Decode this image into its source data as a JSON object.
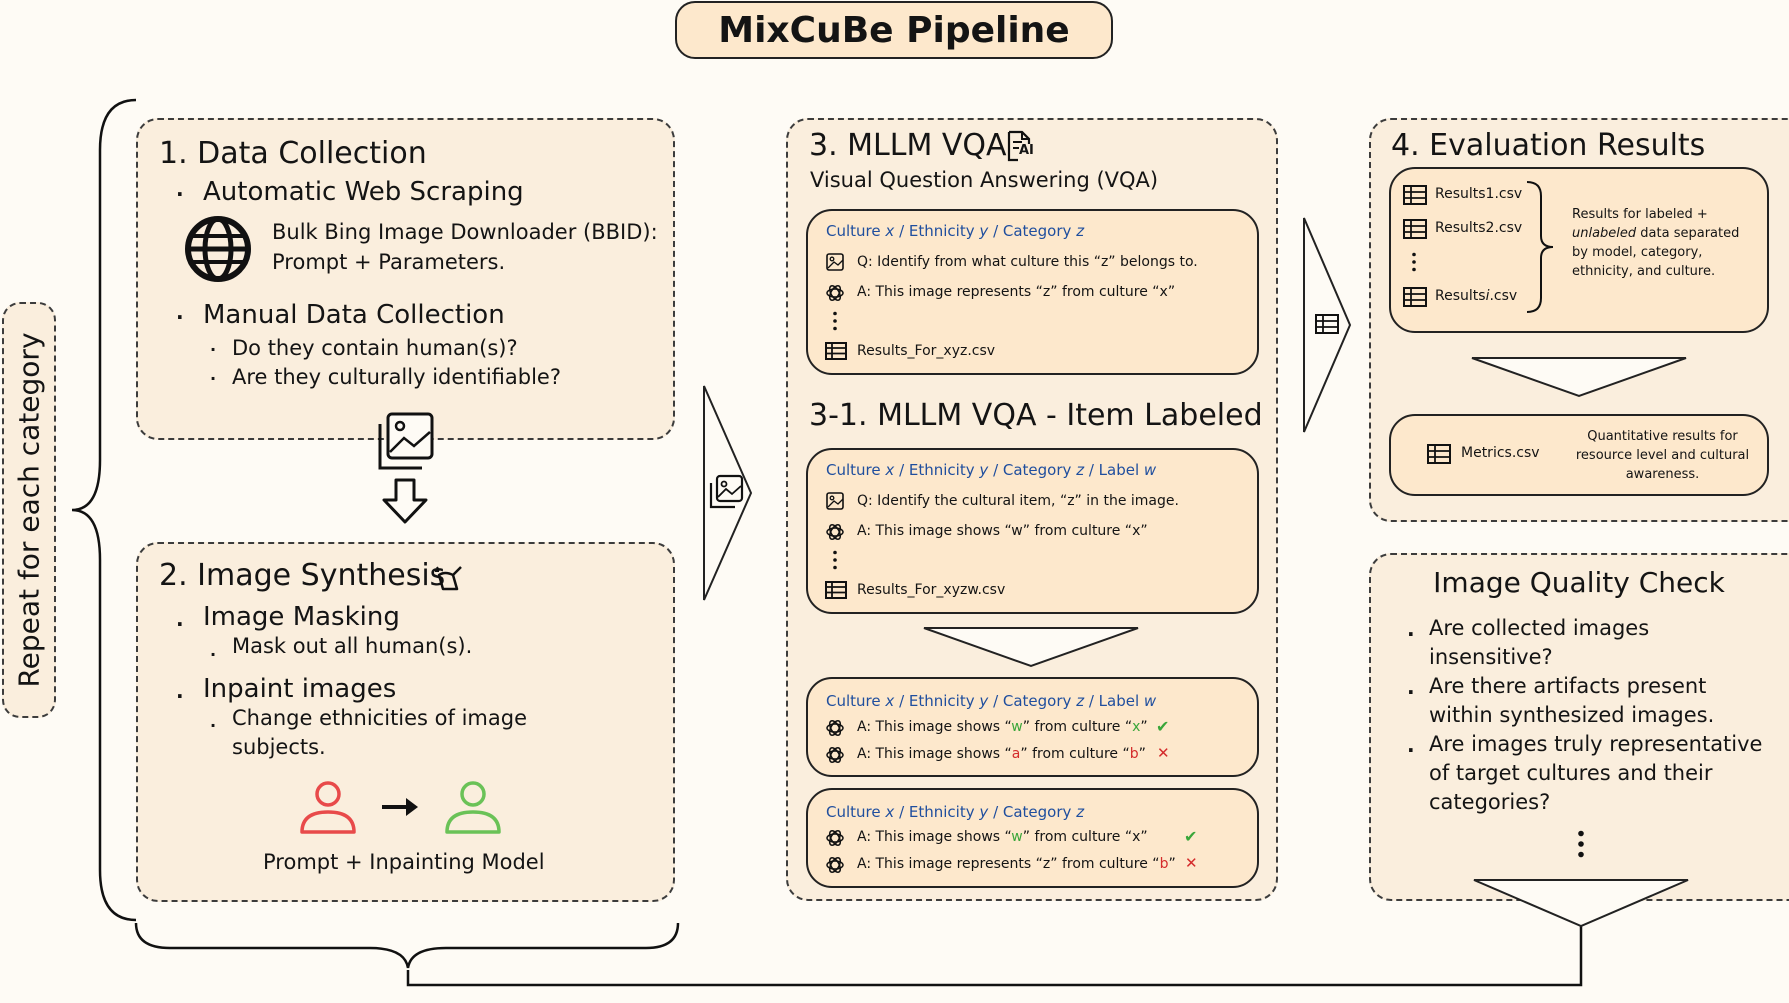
{
  "title": "MixCuBe Pipeline",
  "side_label": "Repeat for each category",
  "section1": {
    "heading": "1. Data Collection",
    "bullet1": "Automatic Web Scraping",
    "bbid_line1": "Bulk Bing Image Downloader (BBID):",
    "bbid_line2": "Prompt + Parameters.",
    "bullet2": "Manual Data Collection",
    "sub1": "Do they contain human(s)?",
    "sub2": "Are they culturally identifiable?"
  },
  "section2": {
    "heading": "2. Image Synthesis",
    "bullet1": "Image Masking",
    "sub1": "Mask out all human(s).",
    "bullet2": "Inpaint images",
    "sub2_line1": "Change ethnicities of image",
    "sub2_line2": "subjects.",
    "caption": "Prompt + Inpainting Model"
  },
  "section3": {
    "heading": "3. MLLM VQA",
    "subheading": "Visual Question Answering (VQA)",
    "card1": {
      "culture": "Culture",
      "x": "x",
      "ethnicity": "/ Ethnicity",
      "y": "y",
      "category": "/ Category",
      "z": "z",
      "q": "Q: Identify from what culture this “z” belongs to.",
      "a": "A:  This image represents “z” from culture “x”",
      "file": "Results_For_xyz.csv"
    }
  },
  "section31": {
    "heading": "3-1. MLLM VQA - Item Labeled",
    "card2": {
      "culture": "Culture",
      "x": "x",
      "ethnicity": "/ Ethnicity",
      "y": "y",
      "category": "/ Category",
      "z": "z",
      "label": "/ Label",
      "w": "w",
      "q": "Q: Identify the cultural item, “z” in the image.",
      "a": "A:  This image shows “w” from culture “x”",
      "file": "Results_For_xyzw.csv"
    },
    "card3": {
      "culture": "Culture",
      "x": "x",
      "ethnicity": "/ Ethnicity",
      "y": "y",
      "category": "/ Category",
      "z": "z",
      "label": "/ Label",
      "w": "w",
      "a1_pre": "A:  This image shows “",
      "a1_v1": "w",
      "a1_mid": "” from culture “",
      "a1_v2": "x",
      "a1_end": "”",
      "a2_pre": "A:  This image shows “",
      "a2_v1": "a",
      "a2_mid": "” from culture “",
      "a2_v2": "b",
      "a2_end": "”",
      "check": "✔",
      "cross": "✕"
    },
    "card4": {
      "culture": "Culture",
      "x": "x",
      "ethnicity": "/ Ethnicity",
      "y": "y",
      "category": "/ Category",
      "z": "z",
      "a1_pre": "A:  This image shows “",
      "a1_v1": "w",
      "a1_end": "” from culture “x”",
      "a2_pre": "A:  This image represents “z” from culture “",
      "a2_v1": "b",
      "a2_end": "”",
      "check": "✔",
      "cross": "✕"
    }
  },
  "section4": {
    "heading": "4. Evaluation Results",
    "file1": "Results1.csv",
    "file2": "Results2.csv",
    "file3_pre": "Results",
    "file3_i": "i",
    "file3_post": ".csv",
    "desc_line1": "Results for labeled +",
    "desc_line2_i": "unlabeled",
    "desc_line2_rest": " data separated",
    "desc_line3": "by model, category,",
    "desc_line4": "ethnicity, and culture.",
    "metrics_file": "Metrics.csv",
    "metrics_desc_line1": "Quantitative results for",
    "metrics_desc_line2": "resource level and cultural",
    "metrics_desc_line3": "awareness."
  },
  "quality": {
    "heading": "Image Quality Check",
    "q1_line1": "Are collected images",
    "q1_line2": "insensitive?",
    "q2_line1": "Are there artifacts present",
    "q2_line2": "within synthesized images.",
    "q3_line1": "Are images truly representative",
    "q3_line2": "of target cultures and their",
    "q3_line3": "categories?"
  },
  "ai_badge": "AI",
  "colors": {
    "panel": "#faeedd",
    "card": "#fde8cc",
    "blue": "#1f4e9e",
    "green": "#3aa63a",
    "red": "#d42b2b",
    "person_red": "#e84a4a",
    "person_green": "#6ac257"
  }
}
